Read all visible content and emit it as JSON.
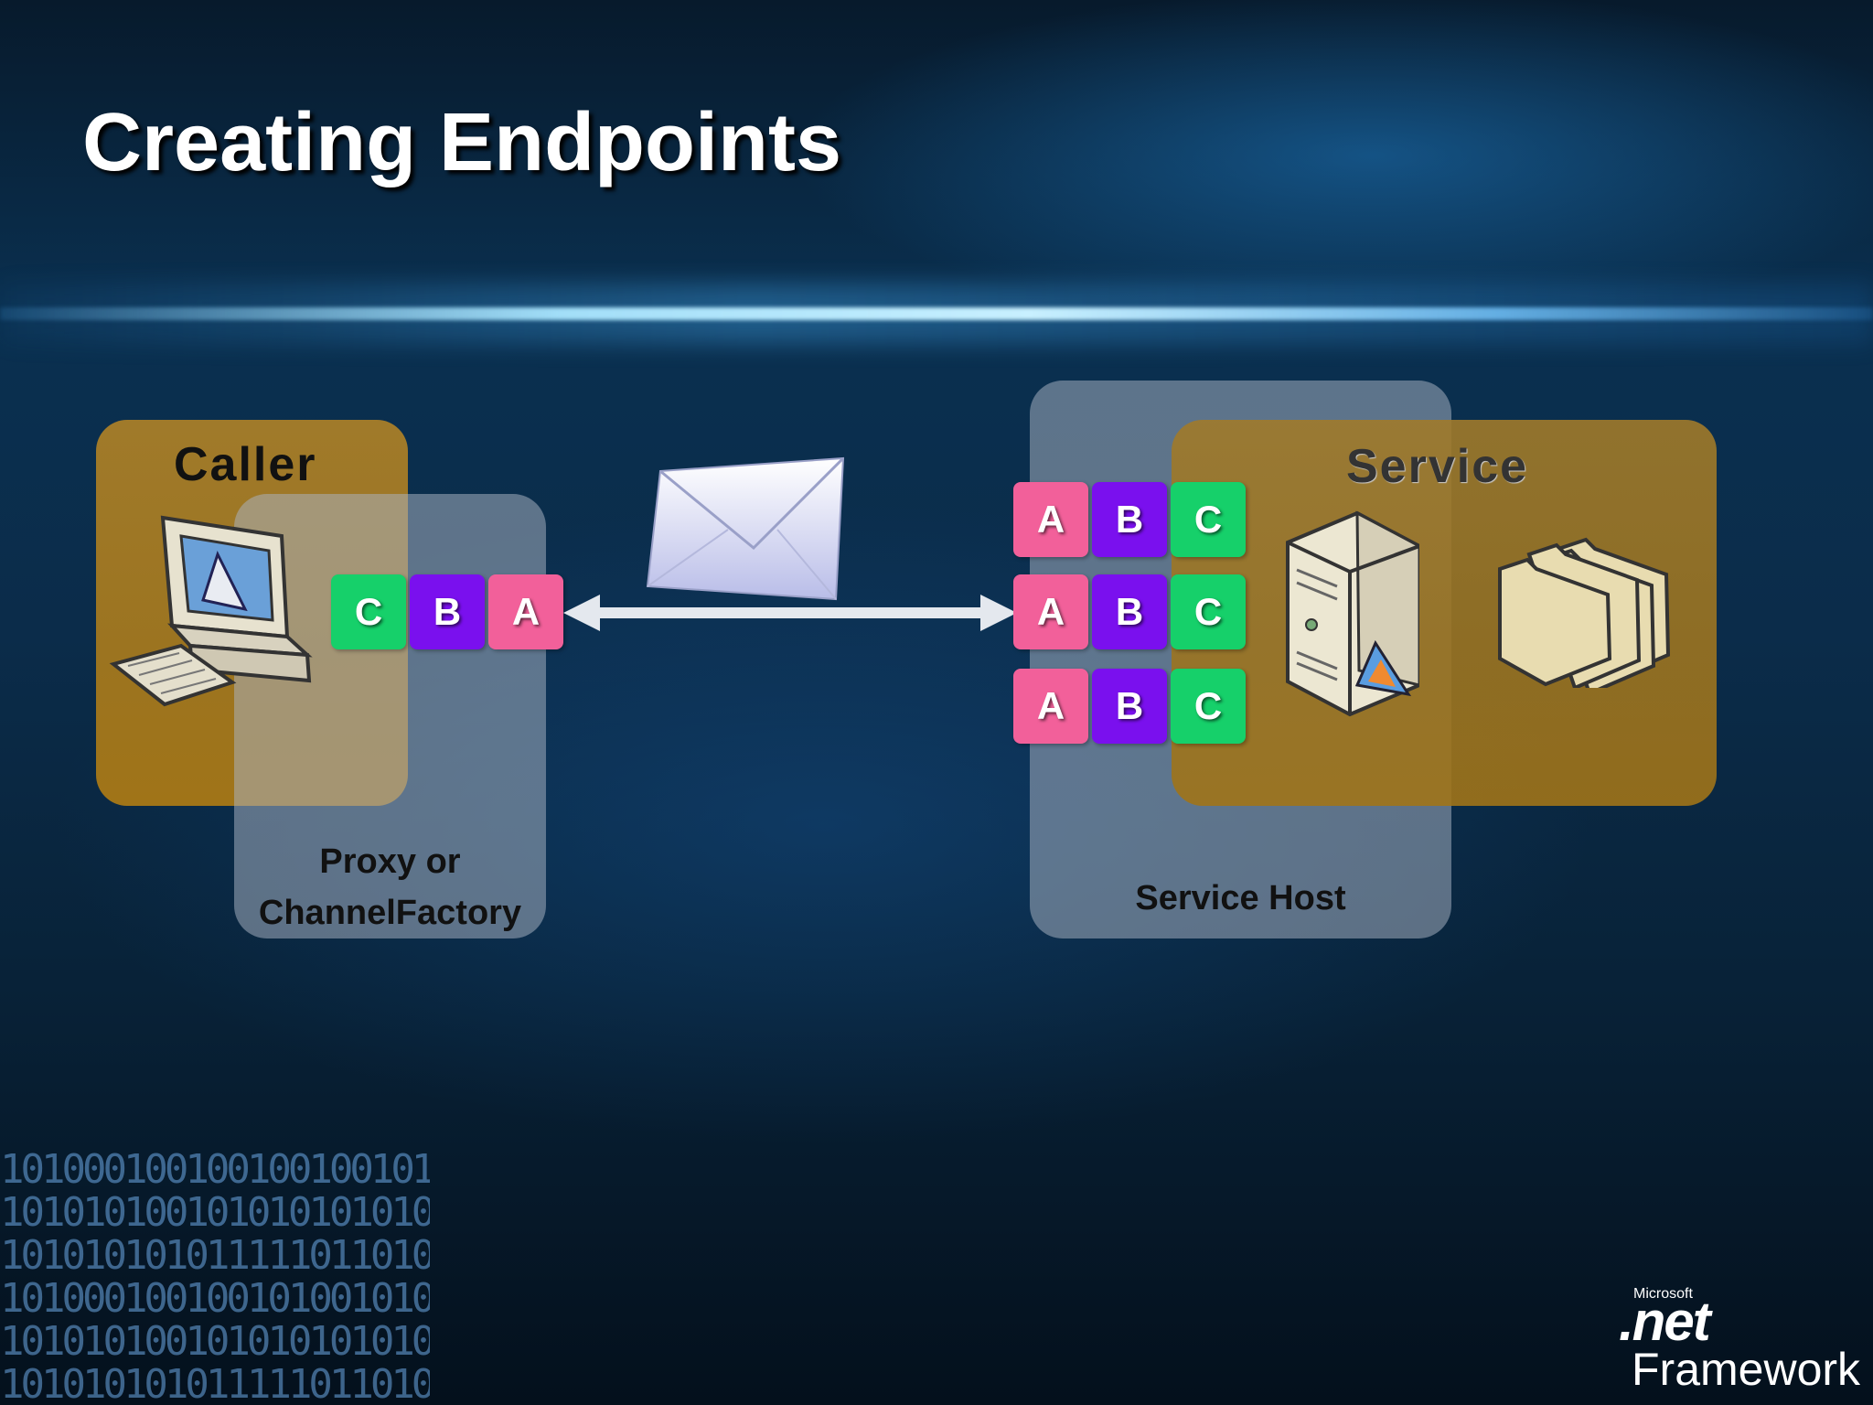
{
  "title": "Creating Endpoints",
  "caller": {
    "title": "Caller",
    "proxy_label_line1": "Proxy or",
    "proxy_label_line2": "ChannelFactory",
    "tiles": [
      "C",
      "B",
      "A"
    ]
  },
  "service": {
    "title": "Service",
    "host_label": "Service Host",
    "tile_rows": [
      [
        "A",
        "B",
        "C"
      ],
      [
        "A",
        "B",
        "C"
      ],
      [
        "A",
        "B",
        "C"
      ]
    ]
  },
  "logo": {
    "small": "Microsoft",
    "net": ".net",
    "framework": "Framework"
  },
  "colors": {
    "tile_a": "#f2609a",
    "tile_b": "#7a10ee",
    "tile_c": "#16d06a",
    "caller_box": "#a07a2a",
    "host_box": "#aab4c3"
  },
  "icons": [
    "computer-icon",
    "envelope-icon",
    "server-icon",
    "folders-icon",
    "double-arrow-icon"
  ]
}
